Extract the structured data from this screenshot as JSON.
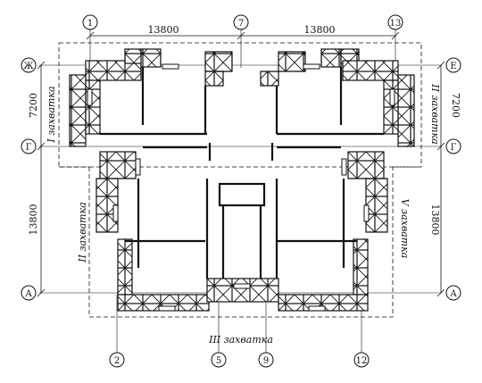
{
  "drawing": {
    "dimensions": {
      "top_left": "13800",
      "top_right": "13800",
      "left_upper": "7200",
      "left_lower": "13800",
      "right_upper": "7200",
      "right_lower": "13800"
    },
    "axes": {
      "top_1": "1",
      "top_7": "7",
      "top_13": "13",
      "left_zh": "Ж",
      "right_e": "Е",
      "left_g": "Г",
      "right_g": "Г",
      "left_a": "А",
      "right_a": "А",
      "bottom_2": "2",
      "bottom_5": "5",
      "bottom_9": "9",
      "bottom_12": "12"
    },
    "zones": {
      "zone_1": "I захватка",
      "zone_2": "II захватка",
      "zone_3": "III захватка",
      "zone_4": "II захватка",
      "zone_5": "V захватка"
    }
  }
}
